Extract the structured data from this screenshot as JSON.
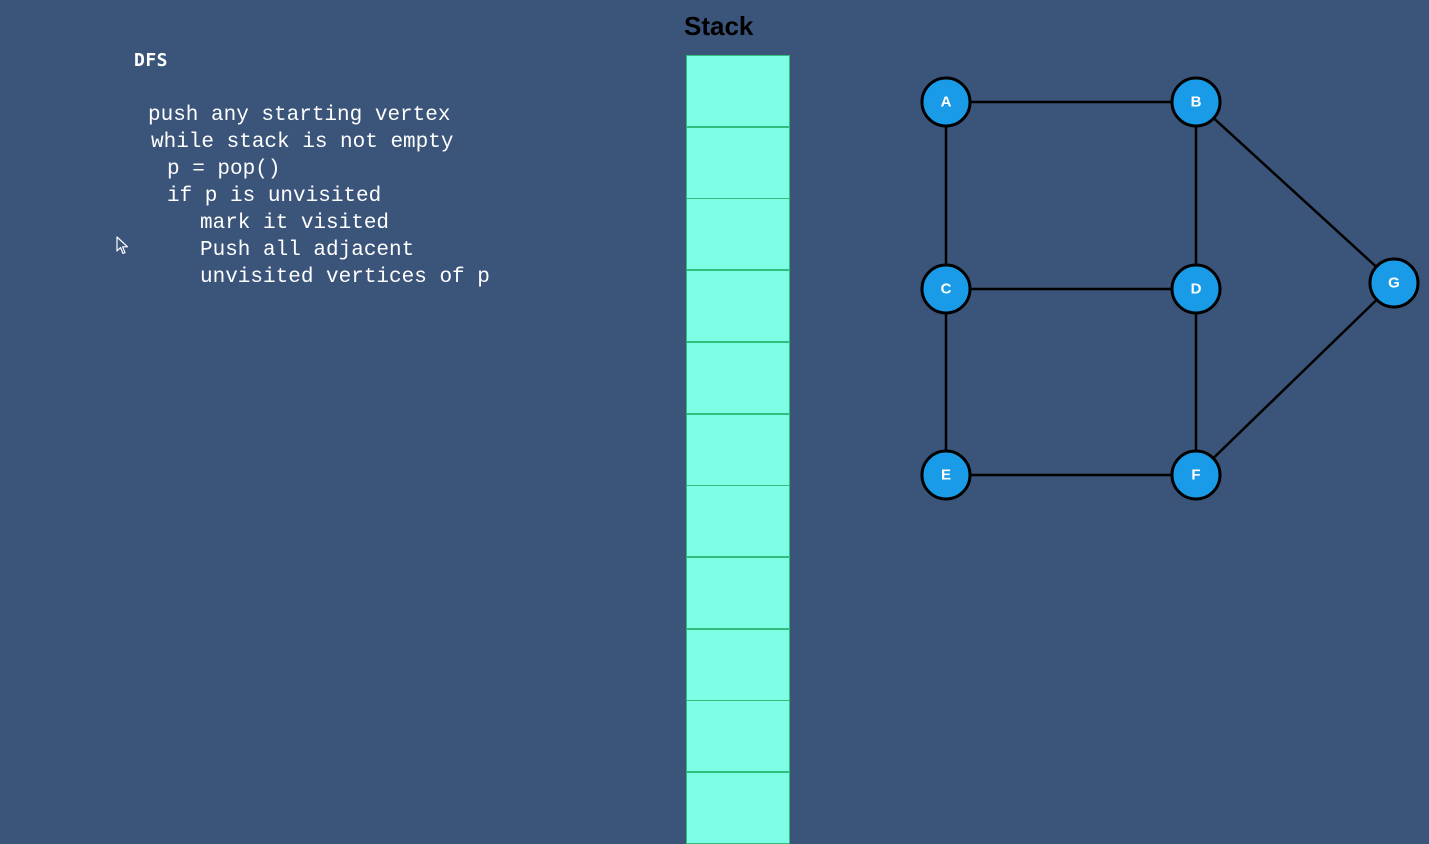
{
  "pseudocode": {
    "title": "DFS",
    "lines": [
      "push any starting vertex",
      "while stack is not empty",
      "p = pop()",
      "if p is unvisited",
      "mark it visited",
      "Push all adjacent",
      "unvisited vertices of p"
    ]
  },
  "stack": {
    "title": "Stack",
    "cells": [
      "",
      "",
      "",
      "",
      "",
      "",
      "",
      "",
      "",
      "",
      ""
    ]
  },
  "graph": {
    "nodes": [
      "A",
      "B",
      "C",
      "D",
      "E",
      "F",
      "G"
    ],
    "edges": [
      [
        "A",
        "B"
      ],
      [
        "A",
        "C"
      ],
      [
        "B",
        "D"
      ],
      [
        "B",
        "G"
      ],
      [
        "C",
        "D"
      ],
      [
        "C",
        "E"
      ],
      [
        "D",
        "F"
      ],
      [
        "E",
        "F"
      ],
      [
        "F",
        "G"
      ]
    ]
  },
  "colors": {
    "background": "#3b5479",
    "stack_fill": "#7effe5",
    "node_fill": "#1a9be8"
  }
}
